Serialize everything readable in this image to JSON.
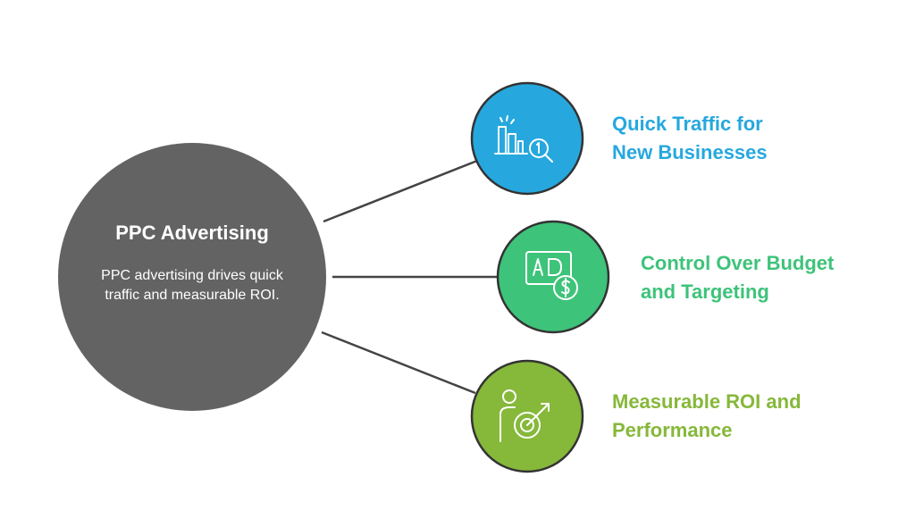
{
  "center": {
    "title": "PPC Advertising",
    "description": "PPC advertising drives quick traffic and measurable ROI.",
    "color": "#636363"
  },
  "items": [
    {
      "label_line1": "Quick Traffic for",
      "label_line2": "New Businesses",
      "color": "#26A8DE",
      "icon": "bar-chart-search-icon"
    },
    {
      "label_line1": "Control Over Budget",
      "label_line2": "and Targeting",
      "color": "#3EC37A",
      "icon": "ad-dollar-icon"
    },
    {
      "label_line1": "Measurable ROI and",
      "label_line2": "Performance",
      "color": "#86B83A",
      "icon": "person-target-icon"
    }
  ],
  "connector_color": "#444444"
}
